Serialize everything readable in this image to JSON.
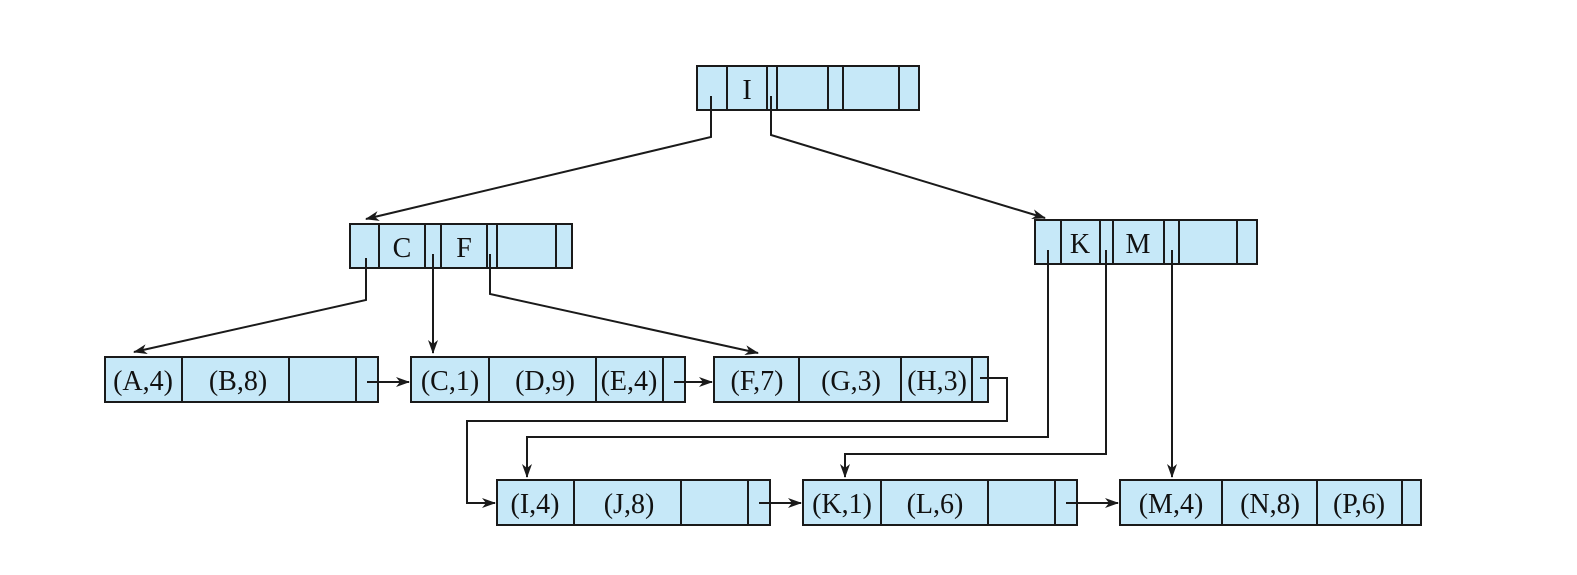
{
  "root": {
    "keys": [
      "I"
    ]
  },
  "internal_left": {
    "keys": [
      "C",
      "F"
    ]
  },
  "internal_right": {
    "keys": [
      "K",
      "M"
    ]
  },
  "leaves": [
    {
      "entries": [
        "(A,4)",
        "(B,8)"
      ]
    },
    {
      "entries": [
        "(C,1)",
        "(D,9)",
        "(E,4)"
      ]
    },
    {
      "entries": [
        "(F,7)",
        "(G,3)",
        "(H,3)"
      ]
    },
    {
      "entries": [
        "(I,4)",
        "(J,8)"
      ]
    },
    {
      "entries": [
        "(K,1)",
        "(L,6)"
      ]
    },
    {
      "entries": [
        "(M,4)",
        "(N,8)",
        "(P,6)"
      ]
    }
  ],
  "colors": {
    "node_fill": "#c6e8f8",
    "stroke": "#1a1a1a"
  }
}
